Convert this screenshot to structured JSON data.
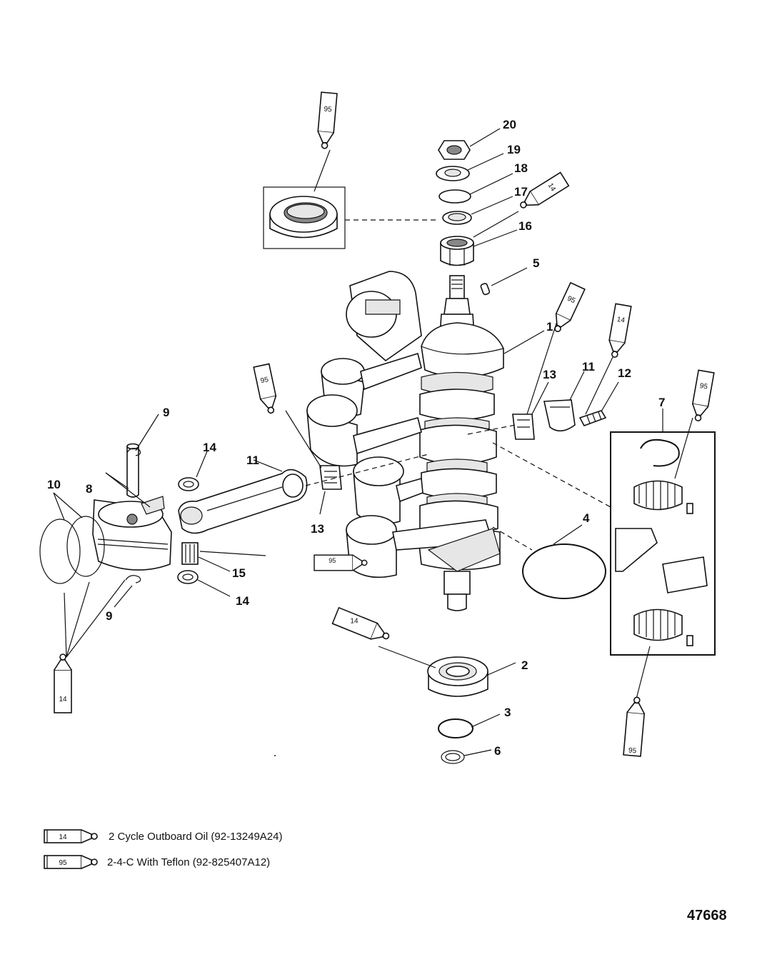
{
  "callouts": [
    "20",
    "19",
    "18",
    "17",
    "16",
    "5",
    "1",
    "13",
    "11",
    "12",
    "7",
    "9",
    "14",
    "11",
    "10",
    "8",
    "13",
    "15",
    "14",
    "9",
    "4",
    "2",
    "3",
    "6"
  ],
  "tubes": [
    "95",
    "14",
    "95",
    "14",
    "95",
    "95",
    "95",
    "14",
    "95",
    "14"
  ],
  "legend": {
    "items": [
      {
        "code": "14",
        "text": "2 Cycle Outboard Oil (92-13249A24)"
      },
      {
        "code": "95",
        "text": "2-4-C  With Teflon (92-825407A12)"
      }
    ]
  },
  "figure_number": "47668"
}
